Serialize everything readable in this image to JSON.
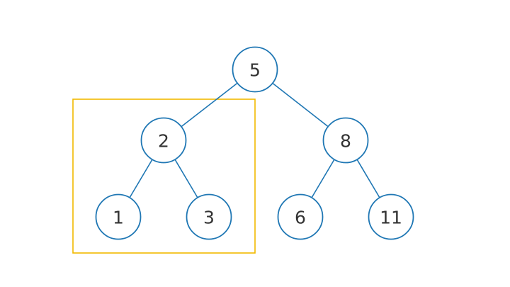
{
  "tree": {
    "nodes": [
      {
        "id": "n5",
        "value": "5"
      },
      {
        "id": "n2",
        "value": "2"
      },
      {
        "id": "n8",
        "value": "8"
      },
      {
        "id": "n1",
        "value": "1"
      },
      {
        "id": "n3",
        "value": "3"
      },
      {
        "id": "n6",
        "value": "6"
      },
      {
        "id": "n11",
        "value": "11"
      }
    ],
    "edges": [
      {
        "from": "n5",
        "to": "n2"
      },
      {
        "from": "n5",
        "to": "n8"
      },
      {
        "from": "n2",
        "to": "n1"
      },
      {
        "from": "n2",
        "to": "n3"
      },
      {
        "from": "n8",
        "to": "n6"
      },
      {
        "from": "n8",
        "to": "n11"
      }
    ],
    "highlighted_subtree_root": "n2"
  },
  "colors": {
    "node_stroke": "#1f77b4",
    "edge": "#1f77b4",
    "highlight": "#f2b900",
    "label": "#333333"
  }
}
